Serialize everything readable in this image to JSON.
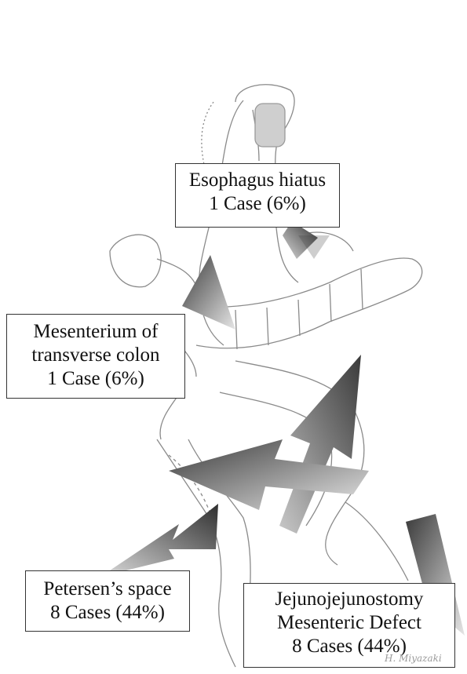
{
  "callouts": {
    "esophagus": {
      "line1": "Esophagus hiatus",
      "line2": "1 Case (6%)"
    },
    "mesenterium": {
      "line1": "Mesenterium of",
      "line2": "transverse colon",
      "line3": "1 Case (6%)"
    },
    "petersen": {
      "line1": "Petersen’s space",
      "line2": "8 Cases (44%)"
    },
    "jejuno": {
      "line1": "Jejunojejunostomy",
      "line2": "Mesenteric Defect",
      "line3": "8 Cases (44%)"
    }
  },
  "signature": "H. Miyazaki",
  "colors": {
    "arrow_dark": "#3a3a3a",
    "arrow_light": "#dcdcdc",
    "sketch_line": "#8a8a8a",
    "box_border": "#333333"
  }
}
